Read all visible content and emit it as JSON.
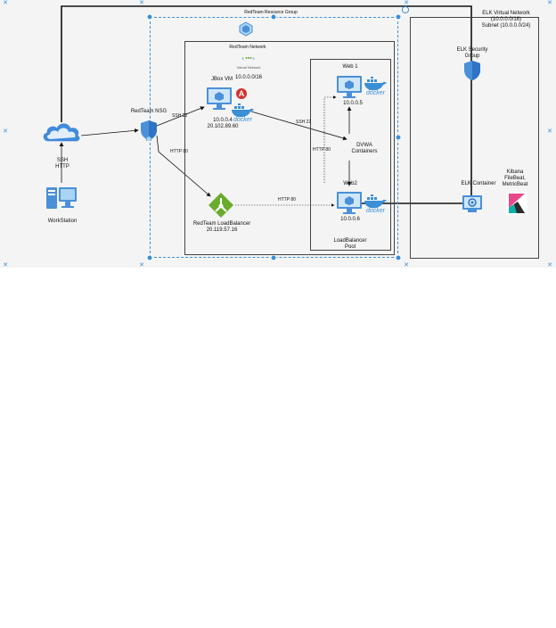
{
  "groups": {
    "resource_group": "RedTeam Resource Group",
    "network_title": "RedTeam Network",
    "network_icon_caption": "Virtual Network",
    "network_cidr": "10.0.0.0/16",
    "lb_pool": "LoadBalancer\nPool",
    "elk_vnet": "ELK Virtual Network\n(10.0.0.0/16)\nSubnet (10.0.0.0/24)"
  },
  "nodes": {
    "workstation": "WorkStation",
    "cloud_label": "SSH\nHTTP",
    "nsg": "RedTeam NSG",
    "jbox_title": "JBox VM",
    "jbox_ips": "10.0.0.4\n20.102.89.60",
    "lb": "RedTeam LoadBalancer\n20.119.57.16",
    "web1_title": "Web 1",
    "web1_ip": "10.0.0.5",
    "web2_title": "Web2",
    "web2_ip": "10.0.0.6",
    "dvwa": "DVWA\nContainers",
    "elk_sg": "ELK Security\nGroup",
    "elk_container": "ELK Container",
    "kibana": "Kibana\nFileBeat,\nMetricBeat",
    "badge": "A",
    "docker": "docker"
  },
  "edges": {
    "nsg_to_jbox": "SSH 22",
    "nsg_to_lb": "HTTP 80",
    "jbox_to_web": "SSH 22",
    "lb_to_web2": "HTTP 80",
    "web_http": "HTTP 80"
  },
  "colors": {
    "accent_blue": "#3b8fd8",
    "monitor_blue": "#4a90d9",
    "docker_blue": "#3a8fd6",
    "lb_green": "#6aab2e",
    "badge_red": "#d32f2f",
    "cloud_blue": "#3f8be0"
  }
}
